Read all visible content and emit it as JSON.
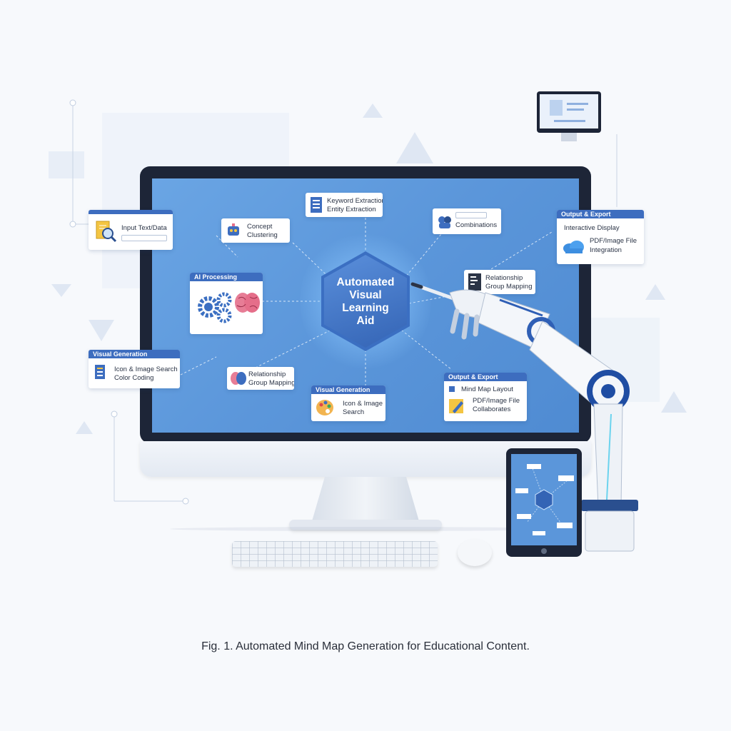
{
  "hub": {
    "title": "Automated\nVisual\nLearning\nAid"
  },
  "cards": {
    "input": {
      "label": "Input Text/Data"
    },
    "ai": {
      "header": "AI Processing"
    },
    "visual_left": {
      "header": "Visual Generation",
      "line1": "Icon & Image Search",
      "line2": "Color Coding"
    },
    "concept": {
      "line1": "Concept",
      "line2": "Clustering"
    },
    "keyword": {
      "line1": "Keyword Extraction",
      "line2": "Entity Extraction"
    },
    "top_right": {
      "line1": "Combinations"
    },
    "output_right": {
      "header": "Output & Export",
      "line1": "Interactive Display",
      "line2": "PDF/Image File",
      "line3": "Integration"
    },
    "relation_right": {
      "line1": "Relationship",
      "line2": "Group Mapping"
    },
    "relation_bottom": {
      "line1": "Relationship",
      "line2": "Group Mapping"
    },
    "visual_bottom": {
      "header": "Visual Generation",
      "line1": "Icon & Image",
      "line2": "Search"
    },
    "output_bottom": {
      "header": "Output & Export",
      "line1": "Mind Map Layout",
      "line2": "PDF/Image File",
      "line3": "Collaborates"
    }
  },
  "caption": "Fig. 1. Automated Mind Map Generation for Educational Content.",
  "colors": {
    "screen": "#5b96da",
    "header": "#3d6dbf",
    "hub": "#3b6fc2"
  },
  "icons": [
    "magnifier-document-icon",
    "gears-icon",
    "brain-icon",
    "robot-head-icon",
    "document-list-icon",
    "cloud-icon",
    "palette-icon",
    "pencil-icon",
    "checkbox-icon"
  ]
}
